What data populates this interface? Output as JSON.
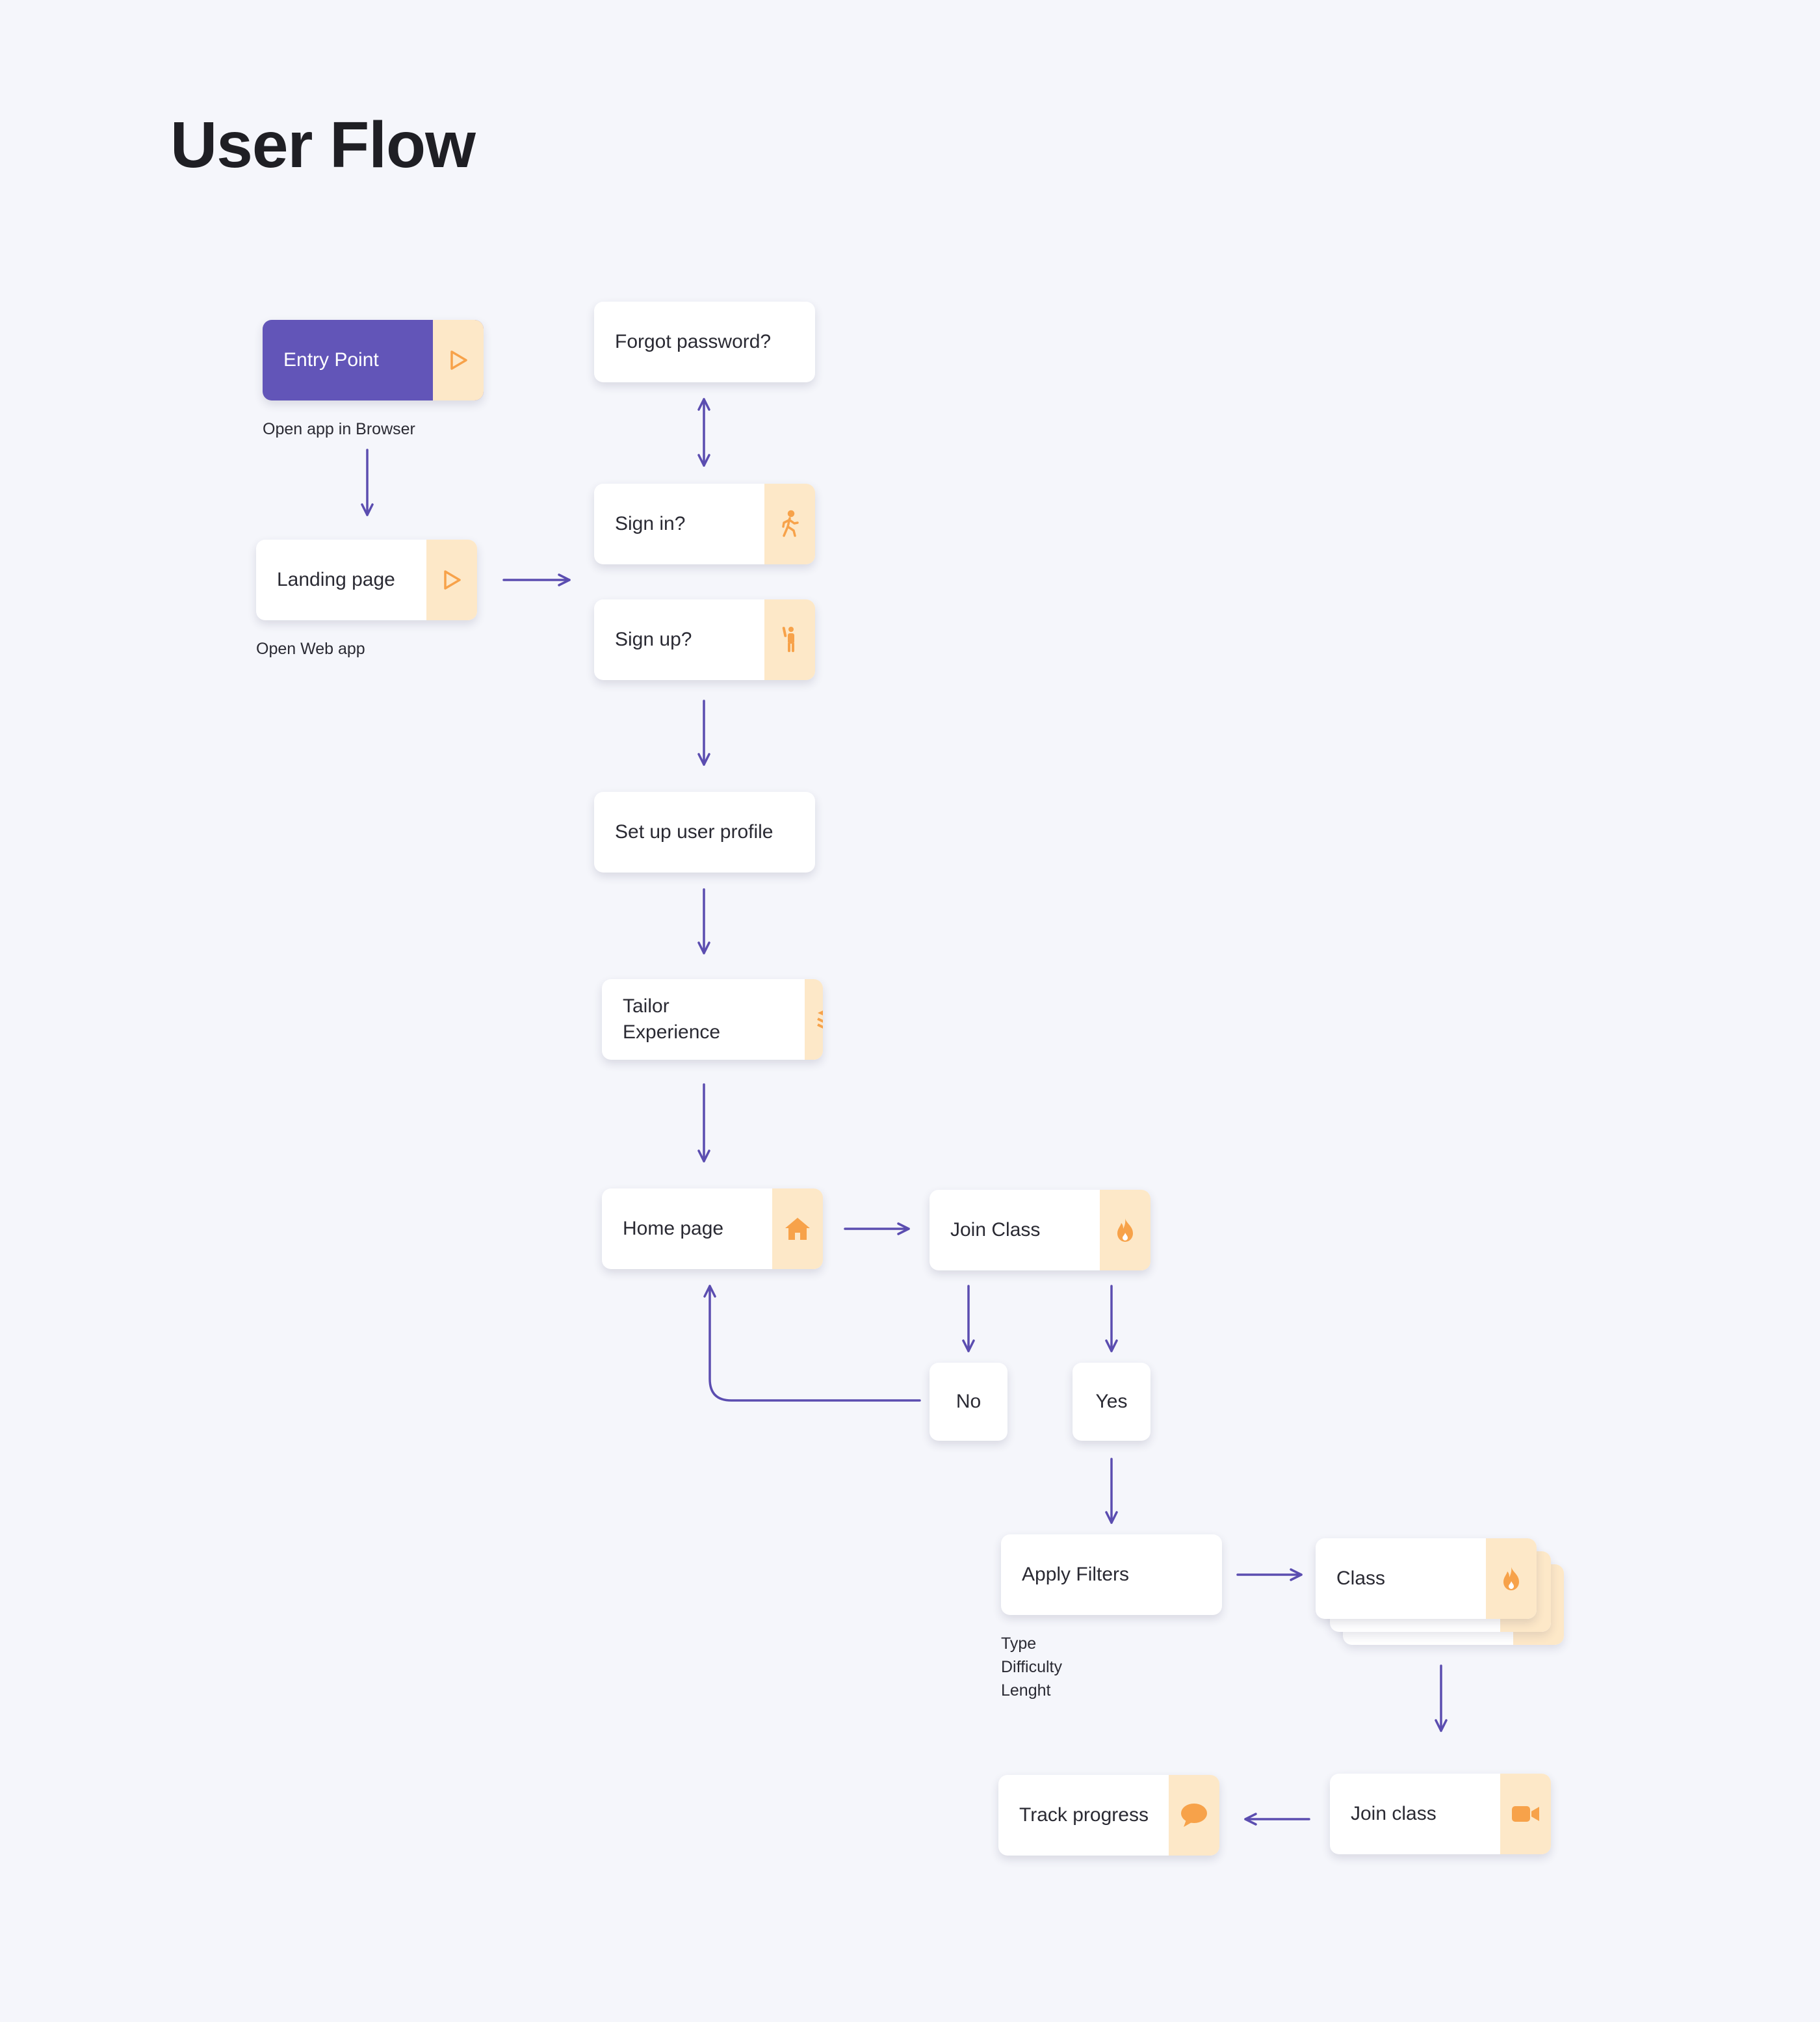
{
  "title": "User Flow",
  "nodes": {
    "entry_point": "Entry Point",
    "landing_page": "Landing page",
    "forgot_password": "Forgot password?",
    "sign_in": "Sign in?",
    "sign_up": "Sign up?",
    "set_up_profile": "Set up user profile",
    "tailor_experience": "Tailor Experience",
    "home_page": "Home page",
    "join_class_decision": "Join Class",
    "no": "No",
    "yes": "Yes",
    "apply_filters": "Apply Filters",
    "class": "Class",
    "join_class": "Join class",
    "track_progress": "Track progress"
  },
  "notes": {
    "entry_point": "Open app in Browser",
    "landing_page": "Open Web app",
    "filters": [
      "Type",
      "Difficulty",
      "Lenght"
    ]
  },
  "icons": {
    "entry_point": "play-icon",
    "landing_page": "play-icon",
    "sign_in": "walking-person-icon",
    "sign_up": "waving-person-icon",
    "tailor_experience": "layers-icon",
    "home_page": "home-icon",
    "join_class_decision": "flame-icon",
    "class": "flame-icon",
    "join_class": "video-camera-icon",
    "track_progress": "chat-bubble-icon"
  },
  "colors": {
    "background": "#f5f6fb",
    "primary": "#6255b8",
    "arrow": "#5b4db0",
    "icon": "#f7a24a",
    "icon_tint": "#fde8c8",
    "card": "#ffffff"
  }
}
